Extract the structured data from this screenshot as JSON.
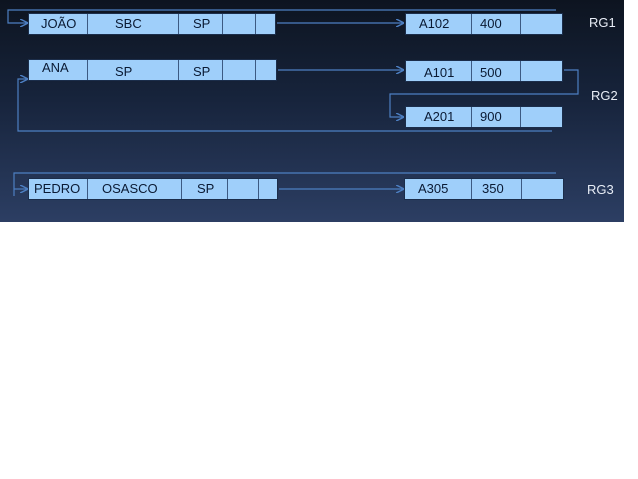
{
  "diagram": {
    "colors": {
      "background": "#17243c",
      "record_fill": "#9fcffa",
      "connector": "#4d7fc2",
      "label": "#e8edf6"
    },
    "records": [
      {
        "id": "joao",
        "fields": [
          "JOÃO",
          "SBC",
          "SP",
          "",
          ""
        ]
      },
      {
        "id": "a102",
        "fields": [
          "A102",
          "400",
          ""
        ]
      },
      {
        "id": "ana",
        "fields": [
          "ANA",
          "SP",
          "SP",
          "",
          ""
        ]
      },
      {
        "id": "a101",
        "fields": [
          "A101",
          "500",
          ""
        ]
      },
      {
        "id": "a201",
        "fields": [
          "A201",
          "900",
          ""
        ]
      },
      {
        "id": "pedro",
        "fields": [
          "PEDRO",
          "OSASCO",
          "SP",
          "",
          ""
        ]
      },
      {
        "id": "a305",
        "fields": [
          "A305",
          "350",
          ""
        ]
      }
    ],
    "group_labels": [
      "RG1",
      "RG2",
      "RG3"
    ]
  }
}
